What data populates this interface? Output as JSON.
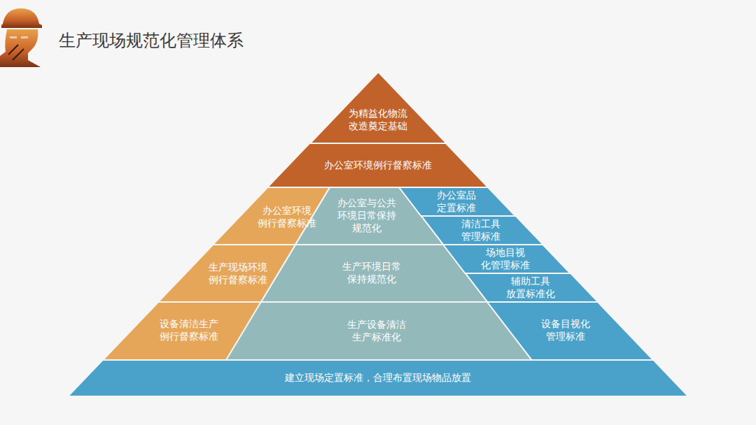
{
  "diagram": {
    "title": "生产现场规范化管理体系",
    "nodes": [
      {
        "text": [
          "为精益化物流 改造奠定基础"
        ]
      },
      {
        "text": [
          "办公室环境例行督察标准"
        ]
      },
      {
        "text": [
          "办公室环境 例行督察标准"
        ]
      },
      {
        "text": [
          "办公室与公共 环境日常保持 规范化"
        ]
      },
      {
        "text": [
          "办公室品 定置标准"
        ]
      },
      {
        "text": [
          "清洁工具 管理标准"
        ]
      },
      {
        "text": [
          "生产现场环境 例行督察标准"
        ]
      },
      {
        "text": [
          "生产环境日常 保持规范化"
        ]
      },
      {
        "text": [
          "场地目视 化管理标准"
        ]
      },
      {
        "text": [
          "辅助工具 放置标准化"
        ]
      },
      {
        "text": [
          "设备清洁生产 例行督察标准"
        ]
      },
      {
        "text": [
          "生产设备清洁 生产标准化"
        ]
      },
      {
        "text": [
          "设备目视化 管理标准"
        ]
      },
      {
        "text": [
          "建立现场定置标准，合理布置现场物品放置"
        ]
      }
    ]
  }
}
